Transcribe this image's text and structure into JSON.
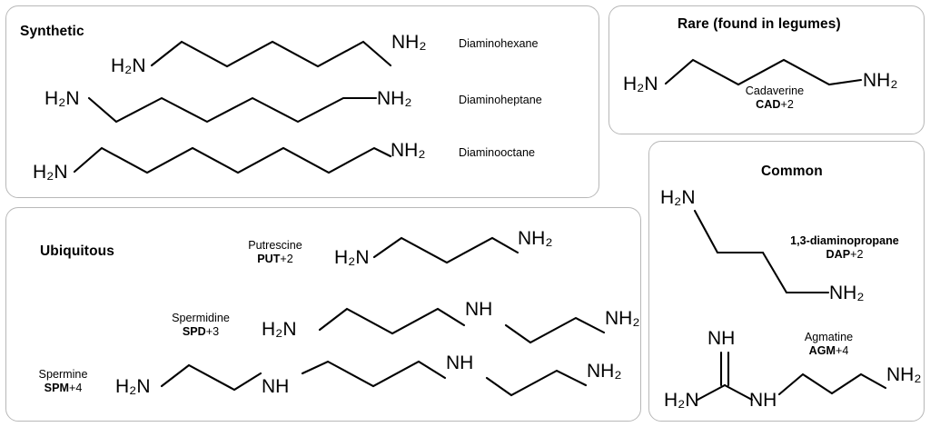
{
  "panels": {
    "synthetic": {
      "title": "Synthetic",
      "molecules": [
        {
          "name": "Diaminohexane",
          "abbr": "",
          "charge": ""
        },
        {
          "name": "Diaminoheptane",
          "abbr": "",
          "charge": ""
        },
        {
          "name": "Diaminooctane",
          "abbr": "",
          "charge": ""
        }
      ]
    },
    "rare": {
      "title": "Rare (found in legumes)",
      "molecules": [
        {
          "name": "Cadaverine",
          "abbr": "CAD",
          "charge": "+2"
        }
      ]
    },
    "common": {
      "title": "Common",
      "molecules": [
        {
          "name": "1,3-diaminopropane",
          "abbr": "DAP",
          "charge": "+2"
        },
        {
          "name": "Agmatine",
          "abbr": "AGM",
          "charge": "+4"
        }
      ]
    },
    "ubiquitous": {
      "title": "Ubiquitous",
      "molecules": [
        {
          "name": "Putrescine",
          "abbr": "PUT",
          "charge": "+2"
        },
        {
          "name": "Spermidine",
          "abbr": "SPD",
          "charge": "+3"
        },
        {
          "name": "Spermine",
          "abbr": "SPM",
          "charge": "+4"
        }
      ]
    }
  },
  "atoms": {
    "amine_left": "H",
    "amine_left_sub": "2",
    "amine_left_n": "N",
    "amine_right_n": "NH",
    "amine_right_sub": "2",
    "imine": "NH"
  },
  "labels": {
    "h2n": "H₂N",
    "nh2": "NH₂",
    "nh": "NH"
  },
  "colors": {
    "bond": "#000000",
    "panel_border": "#b8b8b8",
    "background": "#ffffff",
    "text": "#000000"
  }
}
